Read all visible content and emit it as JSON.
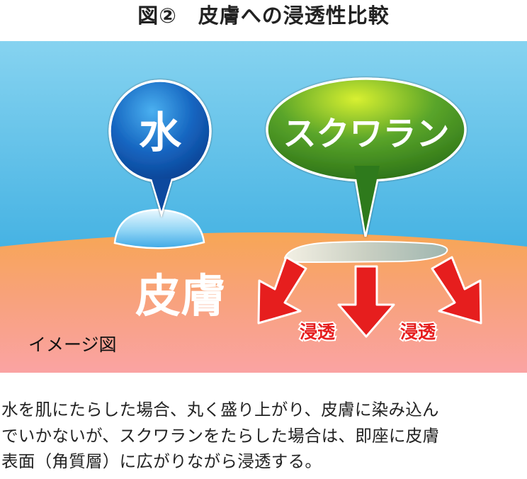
{
  "figure": {
    "title": "図②　皮膚への浸透性比較",
    "water_label": "水",
    "squalane_label": "スクワラン",
    "skin_label": "皮膚",
    "penetration_label_left": "浸透",
    "penetration_label_right": "浸透",
    "image_note": "イメージ図"
  },
  "caption": {
    "line1": "水を肌にたらした場合、丸く盛り上がり、皮膚に染み込ん",
    "line2": "でいかないが、スクワランをたらした場合は、即座に皮膚",
    "line3": "表面（角質層）に広がりながら浸透する。"
  },
  "colors": {
    "sky_top": "#7fd0ef",
    "sky_bottom": "#1fa0dc",
    "skin_top": "#f7a85a",
    "skin_bottom": "#f9a2a2",
    "water_balloon": "#1565c0",
    "squalane_balloon": "#3f8f1f",
    "arrow_red": "#e61e1e"
  },
  "icons": [
    "water-balloon-icon",
    "squalane-balloon-icon",
    "water-droplet-icon",
    "oil-puddle-icon",
    "red-arrow-icon"
  ]
}
